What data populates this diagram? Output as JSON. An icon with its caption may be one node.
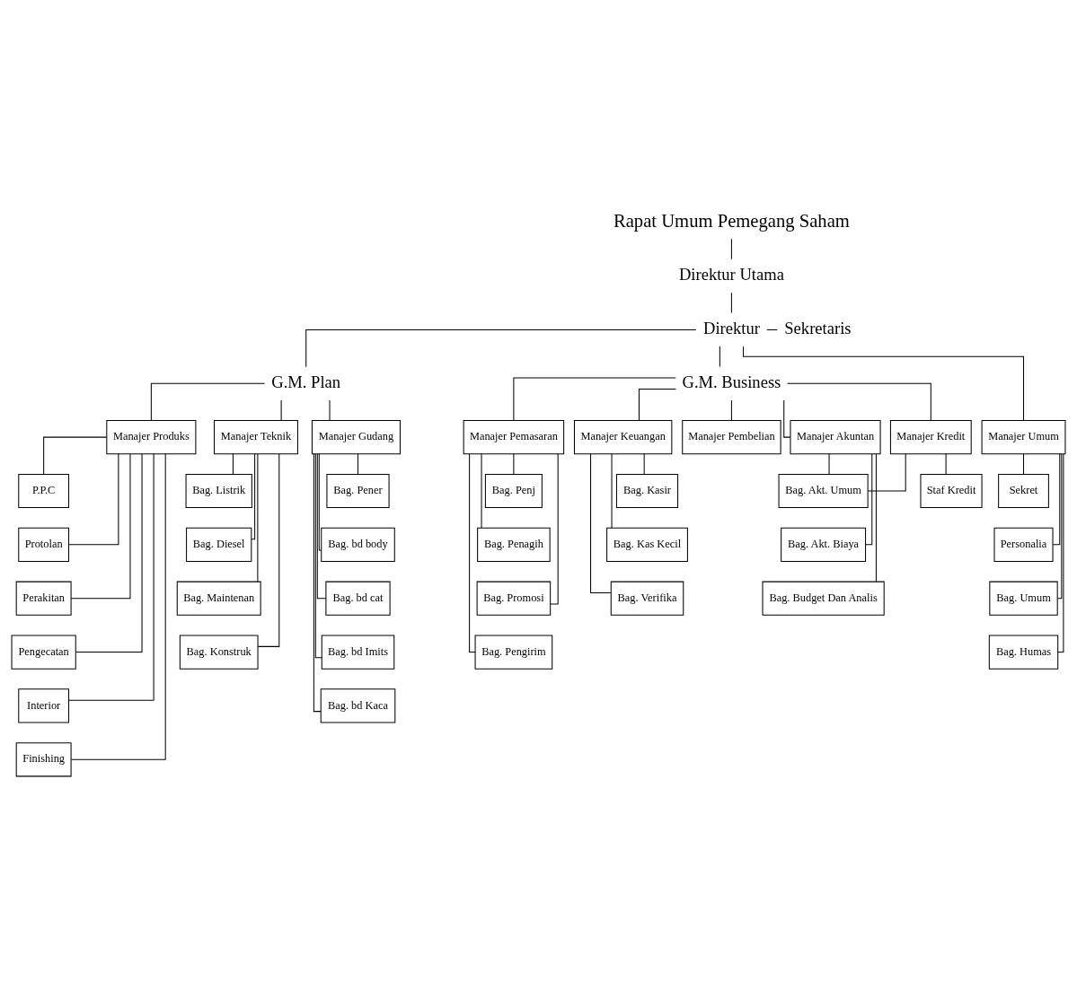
{
  "diagram": {
    "nodes": [
      {
        "text": [
          "Rapat Umum Pemegang Saham"
        ]
      },
      {
        "text": [
          "Direktur Utama"
        ]
      },
      {
        "text": [
          "Direktur"
        ]
      },
      {
        "text": [
          "Sekretaris"
        ]
      },
      {
        "text": [
          "G.M. Plan"
        ]
      },
      {
        "text": [
          "G.M. Business"
        ]
      },
      {
        "text": [
          "Manajer Produks"
        ]
      },
      {
        "text": [
          "Manajer Teknik"
        ]
      },
      {
        "text": [
          "Manajer Gudang"
        ]
      },
      {
        "text": [
          "Manajer Umum"
        ]
      },
      {
        "text": [
          "Manajer Pemasaran"
        ]
      },
      {
        "text": [
          "Manajer Keuangan"
        ]
      },
      {
        "text": [
          "Manajer Pembelian"
        ]
      },
      {
        "text": [
          "Manajer Akuntan"
        ]
      },
      {
        "text": [
          "Manajer Kredit"
        ]
      },
      {
        "text": [
          "P.P.C"
        ]
      },
      {
        "text": [
          "Protolan"
        ]
      },
      {
        "text": [
          "Perakitan"
        ]
      },
      {
        "text": [
          "Pengecatan"
        ]
      },
      {
        "text": [
          "Interior"
        ]
      },
      {
        "text": [
          "Finishing"
        ]
      },
      {
        "text": [
          "Bag. Listrik"
        ]
      },
      {
        "text": [
          "Bag. Diesel"
        ]
      },
      {
        "text": [
          "Bag. Maintenan"
        ]
      },
      {
        "text": [
          "Bag. Konstruk"
        ]
      },
      {
        "text": [
          "Bag. Pener"
        ]
      },
      {
        "text": [
          "Bag. bd body"
        ]
      },
      {
        "text": [
          "Bag. bd cat"
        ]
      },
      {
        "text": [
          "Bag. bd Imits"
        ]
      },
      {
        "text": [
          "Bag. bd Kaca"
        ]
      },
      {
        "text": [
          "Sekret"
        ]
      },
      {
        "text": [
          "Personalia"
        ]
      },
      {
        "text": [
          "Bag. Umum"
        ]
      },
      {
        "text": [
          "Bag. Humas"
        ]
      },
      {
        "text": [
          "Bag. Penj"
        ]
      },
      {
        "text": [
          "Bag. Penagih"
        ]
      },
      {
        "text": [
          "Bag. Promosi"
        ]
      },
      {
        "text": [
          "Bag. Pengirim"
        ]
      },
      {
        "text": [
          "Bag. Kasir"
        ]
      },
      {
        "text": [
          "Bag. Kas Kecil"
        ]
      },
      {
        "text": [
          "Bag. Verifika"
        ]
      },
      {
        "text": [
          "Bag. Akt. Umum"
        ]
      },
      {
        "text": [
          "Bag. Akt. Biaya"
        ]
      },
      {
        "text": [
          "Bag. Budget Dan Analis"
        ]
      },
      {
        "text": [
          "Staf Kredit"
        ]
      }
    ],
    "edges": [
      {
        "from": 0,
        "to": 1,
        "arrow": "none"
      },
      {
        "from": 1,
        "to": 2,
        "arrow": "none"
      },
      {
        "from": 2,
        "to": 3,
        "arrow": "none"
      },
      {
        "from": 2,
        "to": 4,
        "arrow": "none"
      },
      {
        "from": 2,
        "to": 9,
        "arrow": "none"
      },
      {
        "from": 2,
        "to": 5,
        "arrow": "none"
      },
      {
        "from": 4,
        "to": 6,
        "arrow": "none"
      },
      {
        "from": 4,
        "to": 7,
        "arrow": "none"
      },
      {
        "from": 4,
        "to": 8,
        "arrow": "none"
      },
      {
        "from": 5,
        "to": 10,
        "arrow": "none"
      },
      {
        "from": 5,
        "to": 11,
        "arrow": "none"
      },
      {
        "from": 5,
        "to": 12,
        "arrow": "none"
      },
      {
        "from": 5,
        "to": 13,
        "arrow": "none"
      },
      {
        "from": 5,
        "to": 14,
        "arrow": "none"
      },
      {
        "from": 6,
        "to": 15,
        "arrow": "none"
      },
      {
        "from": 6,
        "to": 16,
        "arrow": "none"
      },
      {
        "from": 6,
        "to": 17,
        "arrow": "none"
      },
      {
        "from": 6,
        "to": 18,
        "arrow": "none"
      },
      {
        "from": 6,
        "to": 19,
        "arrow": "none"
      },
      {
        "from": 6,
        "to": 20,
        "arrow": "none"
      },
      {
        "from": 7,
        "to": 21,
        "arrow": "none"
      },
      {
        "from": 7,
        "to": 22,
        "arrow": "none"
      },
      {
        "from": 7,
        "to": 23,
        "arrow": "none"
      },
      {
        "from": 7,
        "to": 24,
        "arrow": "none"
      },
      {
        "from": 8,
        "to": 25,
        "arrow": "none"
      },
      {
        "from": 8,
        "to": 26,
        "arrow": "none"
      },
      {
        "from": 8,
        "to": 27,
        "arrow": "none"
      },
      {
        "from": 8,
        "to": 28,
        "arrow": "none"
      },
      {
        "from": 8,
        "to": 29,
        "arrow": "none"
      },
      {
        "from": 9,
        "to": 30,
        "arrow": "none"
      },
      {
        "from": 9,
        "to": 31,
        "arrow": "none"
      },
      {
        "from": 9,
        "to": 32,
        "arrow": "none"
      },
      {
        "from": 9,
        "to": 33,
        "arrow": "none"
      },
      {
        "from": 10,
        "to": 34,
        "arrow": "none"
      },
      {
        "from": 10,
        "to": 35,
        "arrow": "none"
      },
      {
        "from": 10,
        "to": 36,
        "arrow": "none"
      },
      {
        "from": 10,
        "to": 37,
        "arrow": "none"
      },
      {
        "from": 11,
        "to": 38,
        "arrow": "none"
      },
      {
        "from": 11,
        "to": 39,
        "arrow": "none"
      },
      {
        "from": 11,
        "to": 40,
        "arrow": "none"
      },
      {
        "from": 13,
        "to": 41,
        "arrow": "none"
      },
      {
        "from": 13,
        "to": 42,
        "arrow": "none"
      },
      {
        "from": 13,
        "to": 43,
        "arrow": "none"
      },
      {
        "from": 14,
        "to": 44,
        "arrow": "none"
      },
      {
        "from": 14,
        "to": 41,
        "arrow": "none"
      }
    ]
  }
}
